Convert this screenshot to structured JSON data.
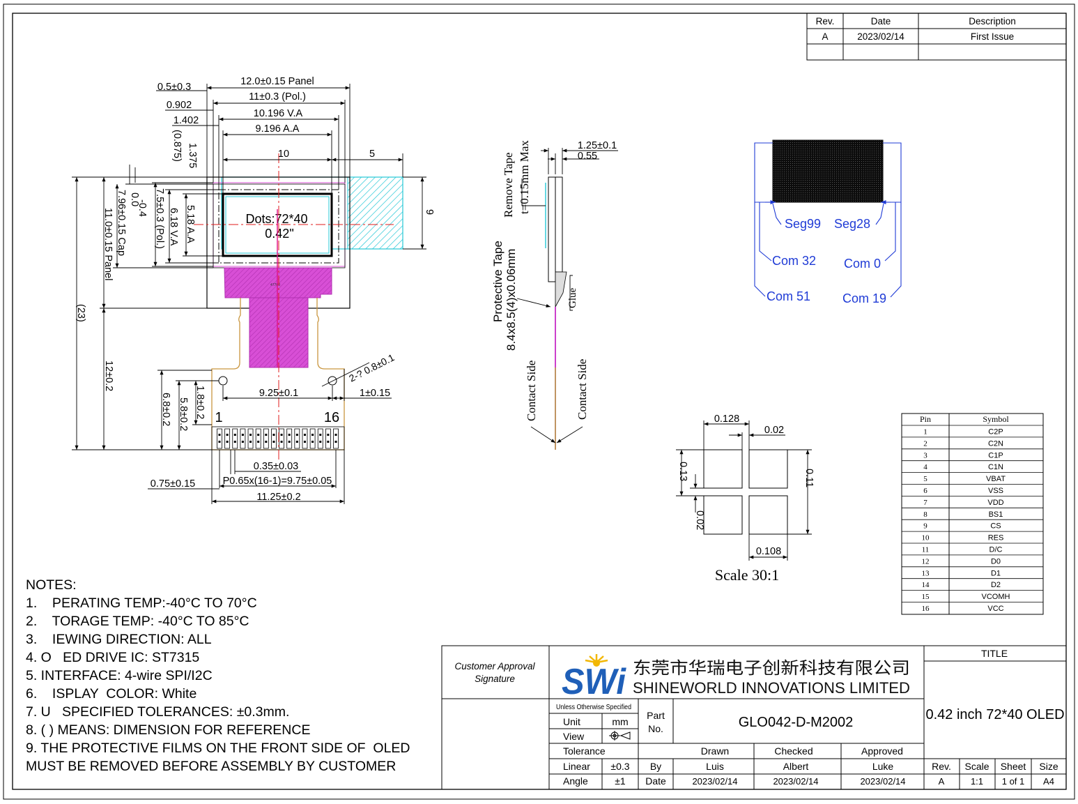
{
  "revision_table": {
    "headers": [
      "Rev.",
      "Date",
      "Description"
    ],
    "rows": [
      [
        "A",
        "2023/02/14",
        "First Issue"
      ]
    ]
  },
  "front_view": {
    "dims": {
      "offset_panel": "0.5±0.3",
      "panel_width": "12.0±0.15 Panel",
      "pol_width": "11±0.3 (Pol.)",
      "offset_va": "0.902",
      "va_width": "10.196 V.A",
      "offset_aa": "1.402",
      "aa_width": "9.196 A.A",
      "ref_0875": "(0.875)",
      "v_1375": "1.375",
      "w_10": "10",
      "w_5": "5",
      "h_9": "9",
      "v_neg04": "-0.4",
      "v_00": "0.0",
      "cap_height": "7.96±0.15 Cap",
      "pol_height": "7.5±0.3 (Pol.)",
      "panel_height": "11.0±0.15 Panel",
      "va_height": "6.18 V.A",
      "aa_height": "5.18 A.A",
      "total_height": "(23)",
      "fpc_length": "12±0.2",
      "h_68": "6.8±0.2",
      "h_58": "5.8±0.2",
      "h_18": "1.8±0.2",
      "holes": "2-? 0.8±0.1",
      "hole_pitch": "9.25±0.1",
      "edge_1": "1±0.15",
      "pad_width": "0.35±0.03",
      "pad_pitch": "P0.65x(16-1)=9.75±0.05",
      "pad_offset": "0.75±0.15",
      "fpc_width": "11.25±0.2"
    },
    "display_text": [
      "Dots:72*40",
      "0.42\""
    ],
    "fpc_code": "47700",
    "pin_first": "1",
    "pin_last": "16",
    "pad_count": 16
  },
  "side_view": {
    "dims": {
      "total_thickness": "1.25±0.1",
      "glass": "0.55"
    },
    "remove_tape": [
      "Remove Tape",
      "t=0.15mm Max"
    ],
    "protective_tape": [
      "Protective Tape",
      "8.4x8.5(4)x0.06mm"
    ],
    "glue": "Glue",
    "contact_left": "Contact Side",
    "contact_right": "Contact Side"
  },
  "pixel_map": {
    "labels": [
      "Seg99",
      "Seg28",
      "Com 32",
      "Com 0",
      "Com 51",
      "Com 19"
    ],
    "color": "#1f3bd6"
  },
  "pixel_detail": {
    "dims": {
      "pitch": "0.128",
      "gap": "0.02",
      "h_013": "0.13",
      "h_011": "0.11",
      "gap_v": "0.02",
      "w_0108": "0.108"
    },
    "scale": "Scale 30:1"
  },
  "pin_table": {
    "headers": [
      "Pin",
      "Symbol"
    ],
    "rows": [
      [
        "1",
        "C2P"
      ],
      [
        "2",
        "C2N"
      ],
      [
        "3",
        "C1P"
      ],
      [
        "4",
        "C1N"
      ],
      [
        "5",
        "VBAT"
      ],
      [
        "6",
        "VSS"
      ],
      [
        "7",
        "VDD"
      ],
      [
        "8",
        "BS1"
      ],
      [
        "9",
        "CS"
      ],
      [
        "10",
        "RES"
      ],
      [
        "11",
        "D/C"
      ],
      [
        "12",
        "D0"
      ],
      [
        "13",
        "D1"
      ],
      [
        "14",
        "D2"
      ],
      [
        "15",
        "VCOMH"
      ],
      [
        "16",
        "VCC"
      ]
    ]
  },
  "notes": {
    "title": "NOTES:",
    "items": [
      "1.    PERATING TEMP:-40°C TO 70°C",
      "2.    TORAGE TEMP: -40°C TO 85°C",
      "3.    IEWING DIRECTION: ALL",
      "4. O   ED DRIVE IC: ST7315",
      "5. INTERFACE: 4-wire SPI/I2C",
      "6.    ISPLAY  COLOR: White",
      "7. U   SPECIFIED TOLERANCES: ±0.3mm.",
      "8. ( ) MEANS: DIMENSION FOR REFERENCE",
      "9. THE PROTECTIVE FILMS ON THE FRONT SIDE OF  OLED",
      "MUST BE REMOVED BEFORE ASSEMBLY BY CUSTOMER"
    ]
  },
  "title_block": {
    "customer_approval": [
      "Customer Approval",
      "Signature"
    ],
    "logo": "SWi",
    "company_cn": "东莞市华瑞电子创新科技有限公司",
    "company_en": "SHINEWORLD INNOVATIONS LIMITED",
    "title_label": "TITLE",
    "title": "0.42 inch 72*40 OLED",
    "unless": "Unless Otherwise Specified",
    "unit_label": "Unit",
    "unit_value": "mm",
    "view_label": "View",
    "tolerance_label": "Tolerance",
    "linear_label": "Linear",
    "linear_value": "±0.3",
    "angle_label": "Angle",
    "angle_value": "±1",
    "part_no_label": [
      "Part",
      "No."
    ],
    "part_no": "GLO042-D-M2002",
    "drawn_label": "Drawn",
    "checked_label": "Checked",
    "approved_label": "Approved",
    "by_label": "By",
    "date_label": "Date",
    "drawn_by": "Luis",
    "checked_by": "Albert",
    "approved_by": "Luke",
    "drawn_date": "2023/02/14",
    "checked_date": "2023/02/14",
    "approved_date": "2023/02/14",
    "rev_label": "Rev.",
    "scale_label": "Scale",
    "sheet_label": "Sheet",
    "size_label": "Size",
    "rev": "A",
    "scale": "1:1",
    "sheet": "1 of 1",
    "size": "A4"
  }
}
